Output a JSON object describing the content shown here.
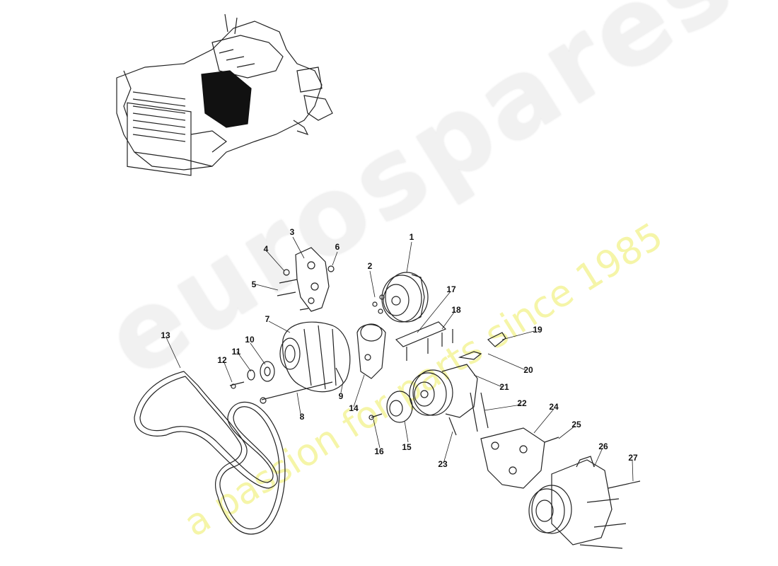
{
  "watermark": {
    "logo": "eurospares",
    "tagline": "a passion for parts since 1985"
  },
  "colors": {
    "line": "#222222",
    "watermark_grey": "#ececec",
    "watermark_yellow": "#f2f27a"
  },
  "callouts": [
    "1",
    "2",
    "3",
    "4",
    "5",
    "6",
    "7",
    "8",
    "9",
    "10",
    "11",
    "12",
    "13",
    "14",
    "15",
    "16",
    "17",
    "18",
    "19",
    "20",
    "21",
    "22",
    "23",
    "24",
    "25",
    "26",
    "27"
  ]
}
